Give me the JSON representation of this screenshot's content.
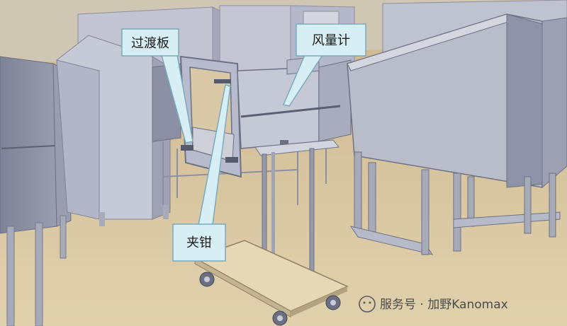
{
  "labels": {
    "transition_plate": "过渡板",
    "flowmeter": "风量计",
    "clamp": "夹钳"
  },
  "watermark": {
    "text": "服务号 · 加野Kanomax"
  },
  "colors": {
    "floor": "#d9c8a3",
    "panel": "#b9bcc9",
    "panel_dark": "#8f93a8",
    "frame": "#a7aab7",
    "callout_fill": "#d8eef5",
    "callout_stroke": "#7aaabd"
  }
}
